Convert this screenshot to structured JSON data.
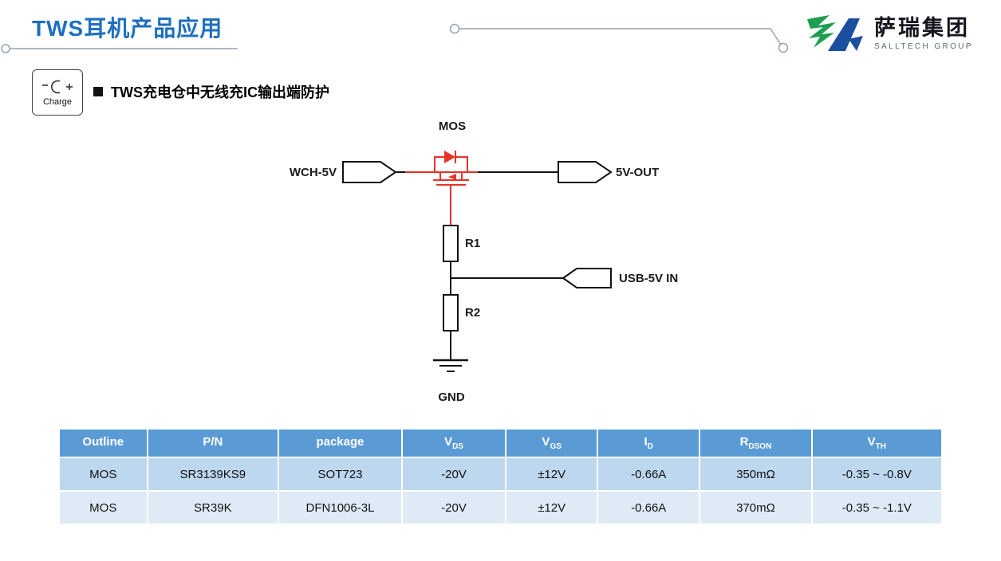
{
  "header": {
    "title": "TWS耳机产品应用"
  },
  "logo": {
    "name": "萨瑞集团",
    "subtitle": "SALLTECH GROUP"
  },
  "charge": {
    "label": "Charge"
  },
  "section": {
    "heading": "TWS充电仓中无线充IC输出端防护"
  },
  "circuit": {
    "mos": "MOS",
    "input_left": "WCH-5V",
    "output_right": "5V-OUT",
    "r1": "R1",
    "usb_in": "USB-5V IN",
    "r2": "R2",
    "gnd": "GND"
  },
  "table": {
    "headers": [
      {
        "main": "Outline",
        "sub": ""
      },
      {
        "main": "P/N",
        "sub": ""
      },
      {
        "main": "package",
        "sub": ""
      },
      {
        "main": "V",
        "sub": "DS"
      },
      {
        "main": "V",
        "sub": "GS"
      },
      {
        "main": "I",
        "sub": "D"
      },
      {
        "main": "R",
        "sub": "DSON"
      },
      {
        "main": "V",
        "sub": "TH"
      }
    ],
    "rows": [
      [
        "MOS",
        "SR3139KS9",
        "SOT723",
        "-20V",
        "±12V",
        "-0.66A",
        "350mΩ",
        "-0.35 ~ -0.8V"
      ],
      [
        "MOS",
        "SR39K",
        "DFN1006-3L",
        "-20V",
        "±12V",
        "-0.66A",
        "370mΩ",
        "-0.35 ~ -1.1V"
      ]
    ]
  },
  "colors": {
    "title_blue": "#1E6FBF",
    "table_header_blue": "#5B9BD5",
    "table_row_dark": "#BDD7EE",
    "table_row_light": "#DEEBF7",
    "circuit_red": "#E73327",
    "logo_green": "#1E9E50",
    "logo_blue": "#1D4FA1",
    "decor_gray": "#93A3AF"
  }
}
